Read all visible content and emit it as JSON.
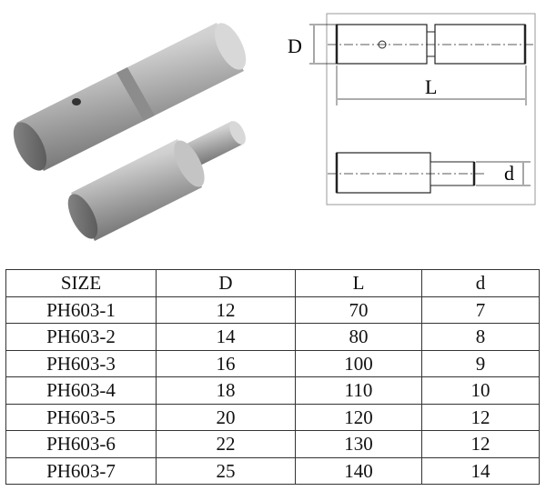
{
  "drawing": {
    "label_D": "D",
    "label_L": "L",
    "label_d": "d"
  },
  "table": {
    "headers": [
      "SIZE",
      "D",
      "L",
      "d"
    ],
    "rows": [
      [
        "PH603-1",
        "12",
        "70",
        "7"
      ],
      [
        "PH603-2",
        "14",
        "80",
        "8"
      ],
      [
        "PH603-3",
        "16",
        "100",
        "9"
      ],
      [
        "PH603-4",
        "18",
        "110",
        "10"
      ],
      [
        "PH603-5",
        "20",
        "120",
        "12"
      ],
      [
        "PH603-6",
        "22",
        "130",
        "12"
      ],
      [
        "PH603-7",
        "25",
        "140",
        "14"
      ]
    ]
  }
}
